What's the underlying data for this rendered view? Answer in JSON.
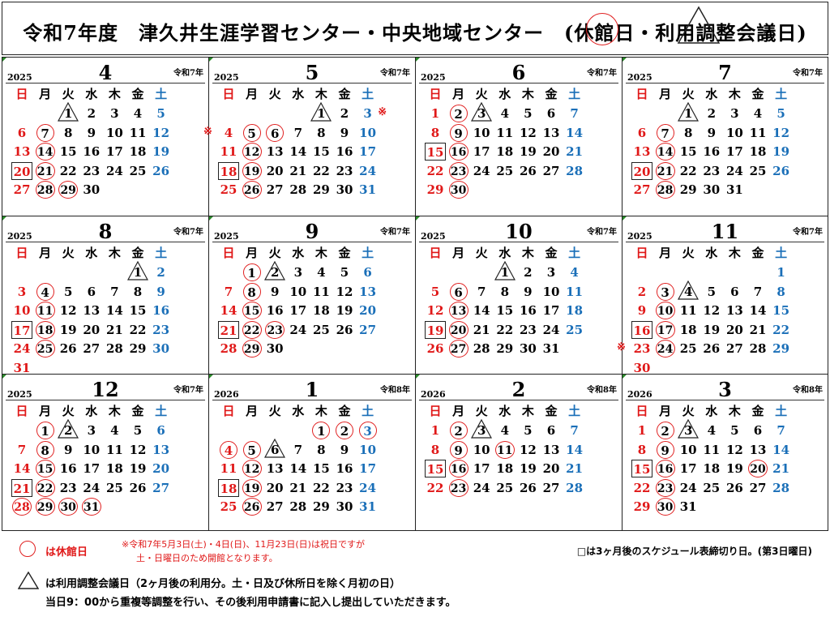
{
  "title": "令和7年度　津久井生涯学習センター・中央地域センター　(休館日・利用調整会議日)",
  "weekdays": [
    "日",
    "月",
    "火",
    "水",
    "木",
    "金",
    "土"
  ],
  "months": [
    {
      "year": "2025",
      "month": "4",
      "reiwa": "令和7年",
      "start": 2,
      "days": 30,
      "circles": [
        7,
        14,
        21,
        28,
        29
      ],
      "squares": [
        20
      ],
      "triangles": [
        1
      ],
      "marks": []
    },
    {
      "year": "2025",
      "month": "5",
      "reiwa": "令和7年",
      "start": 4,
      "days": 31,
      "circles": [
        5,
        6,
        12,
        19,
        26
      ],
      "squares": [
        18
      ],
      "triangles": [
        1
      ],
      "marks": [
        "row0-right",
        "row1-left"
      ]
    },
    {
      "year": "2025",
      "month": "6",
      "reiwa": "令和7年",
      "start": 0,
      "days": 30,
      "circles": [
        2,
        9,
        16,
        23,
        30
      ],
      "squares": [
        15
      ],
      "triangles": [
        3
      ],
      "marks": []
    },
    {
      "year": "2025",
      "month": "7",
      "reiwa": "令和7年",
      "start": 2,
      "days": 31,
      "circles": [
        7,
        14,
        21,
        28
      ],
      "squares": [
        20
      ],
      "triangles": [
        1
      ],
      "marks": []
    },
    {
      "year": "2025",
      "month": "8",
      "reiwa": "令和7年",
      "start": 5,
      "days": 31,
      "circles": [
        4,
        11,
        18,
        25
      ],
      "squares": [
        17
      ],
      "triangles": [
        1
      ],
      "marks": []
    },
    {
      "year": "2025",
      "month": "9",
      "reiwa": "令和7年",
      "start": 1,
      "days": 30,
      "circles": [
        1,
        8,
        15,
        22,
        23,
        29
      ],
      "squares": [
        21
      ],
      "triangles": [
        2
      ],
      "marks": []
    },
    {
      "year": "2025",
      "month": "10",
      "reiwa": "令和7年",
      "start": 3,
      "days": 31,
      "circles": [
        6,
        13,
        20,
        27
      ],
      "squares": [
        19
      ],
      "triangles": [
        1
      ],
      "marks": []
    },
    {
      "year": "2025",
      "month": "11",
      "reiwa": "令和7年",
      "start": 6,
      "days": 30,
      "circles": [
        3,
        10,
        17,
        24
      ],
      "squares": [
        16
      ],
      "triangles": [
        4
      ],
      "marks": [
        "row4-left"
      ]
    },
    {
      "year": "2025",
      "month": "12",
      "reiwa": "令和7年",
      "start": 1,
      "days": 31,
      "circles": [
        1,
        8,
        15,
        22,
        28,
        29,
        30,
        31
      ],
      "squares": [
        21
      ],
      "triangles": [
        2
      ],
      "marks": []
    },
    {
      "year": "2026",
      "month": "1",
      "reiwa": "令和8年",
      "start": 4,
      "days": 31,
      "circles": [
        1,
        2,
        3,
        4,
        5,
        12,
        19,
        26
      ],
      "squares": [
        18
      ],
      "triangles": [
        6
      ],
      "marks": []
    },
    {
      "year": "2026",
      "month": "2",
      "reiwa": "令和8年",
      "start": 0,
      "days": 28,
      "circles": [
        2,
        9,
        11,
        16,
        23
      ],
      "squares": [
        15
      ],
      "triangles": [
        3
      ],
      "marks": []
    },
    {
      "year": "2026",
      "month": "3",
      "reiwa": "令和8年",
      "start": 0,
      "days": 31,
      "circles": [
        2,
        9,
        16,
        20,
        23,
        30
      ],
      "squares": [
        15
      ],
      "triangles": [
        3
      ],
      "marks": []
    }
  ],
  "asterisk": "※",
  "legend": {
    "closed_label": "は休館日",
    "note_line1": "※令和7年5月3日(土)・4日(日)、11月23日(日)は祝日ですが",
    "note_line2": "土・日曜日のため開館となります。",
    "deadline_note": "□は3ヶ月後のスケジュール表締切り日。(第3日曜日)",
    "meeting_label": "は利用調整会議日（2ヶ月後の利用分。土・日及び休所日を除く月初の日）",
    "meeting_detail": "当日9：00から重複等調整を行い、その後利用申請書に記入し提出していただきます。"
  },
  "colors": {
    "sunday": "#e01818",
    "saturday": "#1a6fb8",
    "circle": "#e02020"
  }
}
